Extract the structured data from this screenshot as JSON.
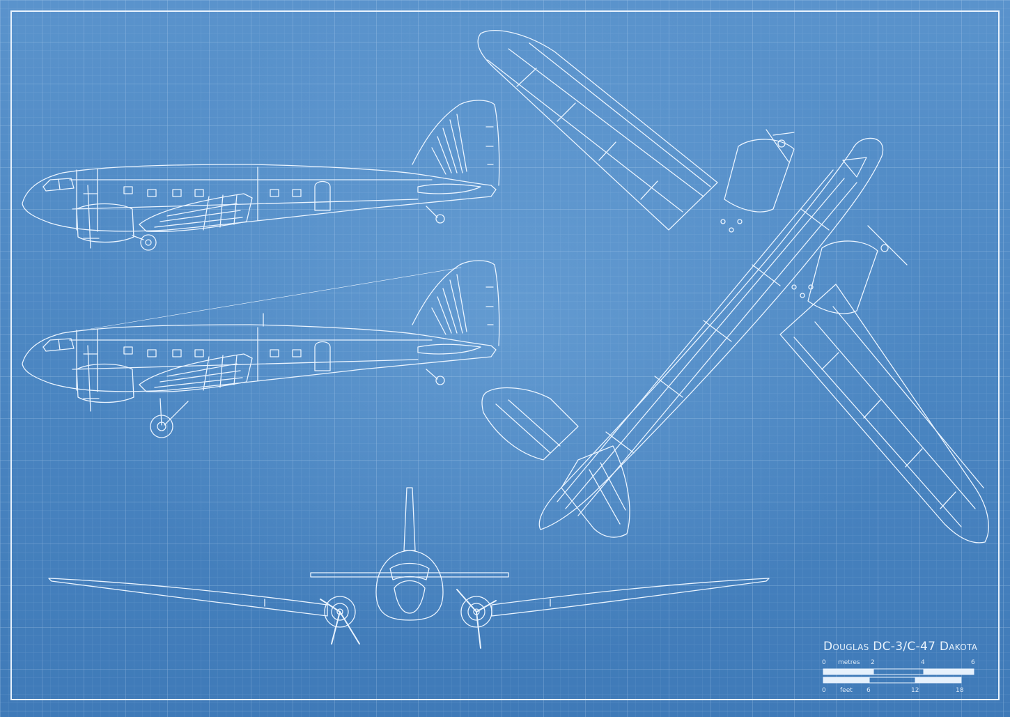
{
  "title": "Douglas DC-3/C-47 Dakota",
  "scale": {
    "metres_label": "metres",
    "metres_ticks": [
      "0",
      "2",
      "4",
      "6"
    ],
    "feet_label": "feet",
    "feet_ticks": [
      "0",
      "6",
      "12",
      "18"
    ]
  },
  "colors": {
    "paper": "#4b86c2",
    "line": "#eaf4ff"
  }
}
